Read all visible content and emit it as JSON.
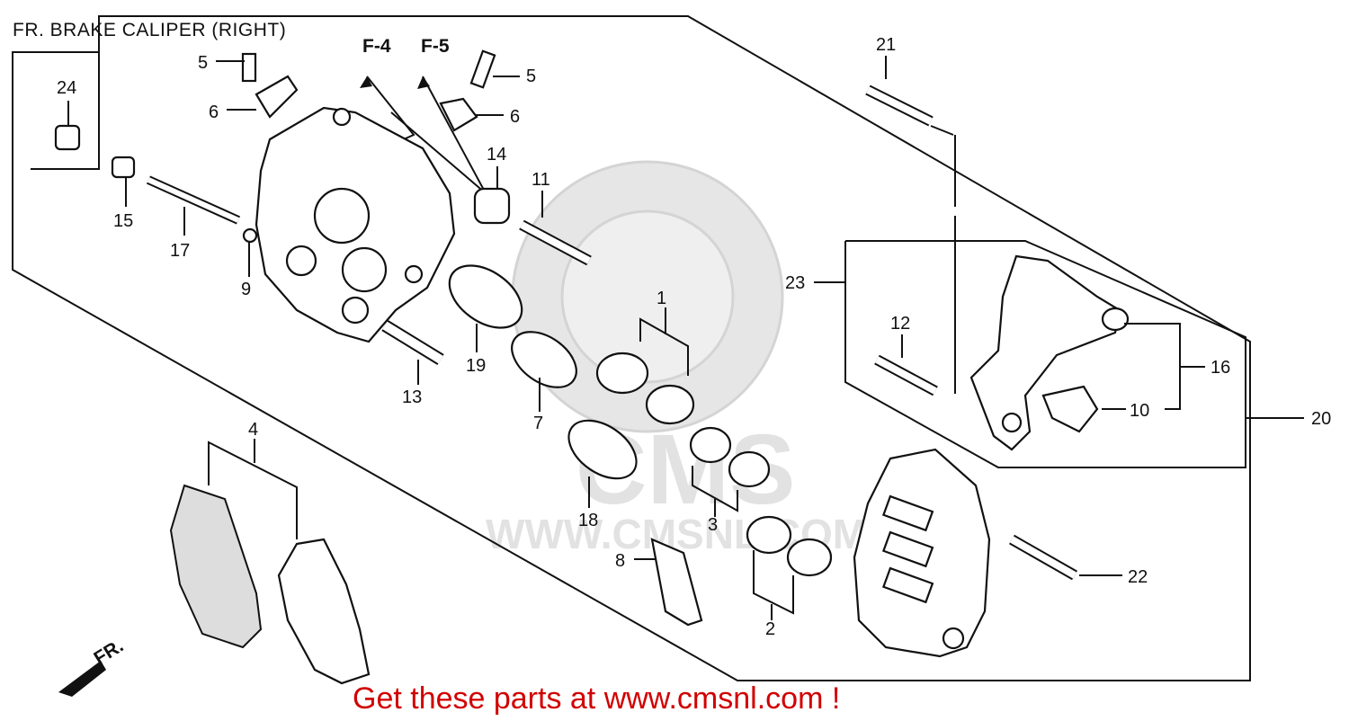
{
  "title": "FR. BRAKE CALIPER (RIGHT)",
  "footer": "Get these parts at www.cmsnl.com !",
  "watermark": {
    "logo_text": "CMS",
    "url_text": "WWW.CMSNL.COM"
  },
  "refs": {
    "f4": "F-4",
    "f5": "F-5",
    "front": "FR."
  },
  "labels": {
    "p1": "1",
    "p2": "2",
    "p3": "3",
    "p4": "4",
    "p5a": "5",
    "p5b": "5",
    "p6a": "6",
    "p6b": "6",
    "p7": "7",
    "p8": "8",
    "p9": "9",
    "p10": "10",
    "p11": "11",
    "p12": "12",
    "p13": "13",
    "p14": "14",
    "p15": "15",
    "p16": "16",
    "p17": "17",
    "p18": "18",
    "p19": "19",
    "p20": "20",
    "p21": "21",
    "p22": "22",
    "p23": "23",
    "p24": "24"
  },
  "colors": {
    "line": "#111111",
    "footer": "#d10000",
    "watermark": "#e6e6e6"
  }
}
